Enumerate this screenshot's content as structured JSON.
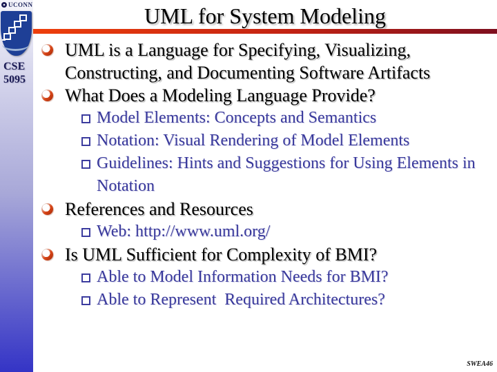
{
  "slide": {
    "title": "UML for System Modeling",
    "footer": "SWEA46",
    "bullets": [
      {
        "level": 1,
        "text": "UML is a Language for Specifying, Visualizing, Constructing, and Documenting Software Artifacts"
      },
      {
        "level": 1,
        "text": "What Does a Modeling Language Provide?"
      },
      {
        "level": 2,
        "text": "Model Elements: Concepts and Semantics"
      },
      {
        "level": 2,
        "text": "Notation: Visual Rendering of Model Elements"
      },
      {
        "level": 2,
        "text": "Guidelines: Hints and Suggestions for Using Elements in Notation"
      },
      {
        "level": 1,
        "text": "References and Resources"
      },
      {
        "level": 2,
        "text": "Web: http://www.uml.org/"
      },
      {
        "level": 1,
        "text": "Is UML Sufficient for Complexity of BMI?"
      },
      {
        "level": 2,
        "text": "Able to Model Information Needs for BMI?"
      },
      {
        "level": 2,
        "text": "Able to Represent  Required Architectures?"
      }
    ],
    "colors": {
      "accent_rule_start": "#ee3f0c",
      "accent_rule_end": "#7e0f1e",
      "level1_text": "#000000",
      "level2_text": "#3a3a9c",
      "ring_bullet": "#c8360e",
      "square_bullet": "#3b3b9e",
      "sidebar_top": "#f5f5fb",
      "sidebar_bottom": "#3434c6",
      "shield": "#1e3f96"
    }
  },
  "sidebar": {
    "logo_text": "UCONN",
    "course_line1": "CSE",
    "course_line2": "5095"
  }
}
